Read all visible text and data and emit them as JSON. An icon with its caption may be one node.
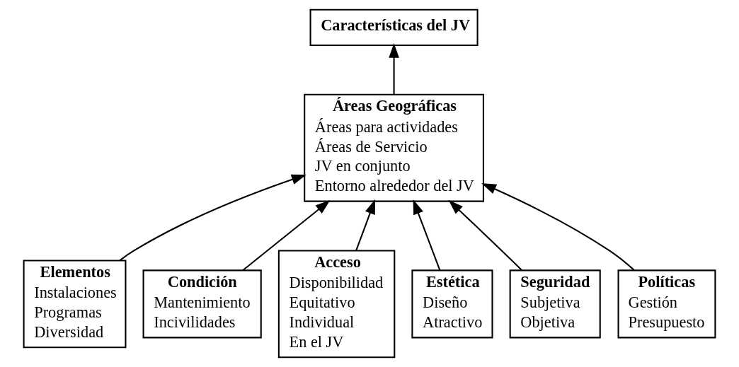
{
  "diagram": {
    "nodes": [
      {
        "text": [
          "Características del JV"
        ]
      },
      {
        "text": [
          "Áreas Geográficas",
          "Áreas para actividades",
          "Áreas de Servicio",
          "JV en conjunto",
          "Entorno alrededor del JV"
        ]
      },
      {
        "text": [
          "Elementos",
          "Instalaciones",
          "Programas",
          "Diversidad"
        ]
      },
      {
        "text": [
          "Condición",
          "Mantenimiento",
          "Incivilidades"
        ]
      },
      {
        "text": [
          "Acceso",
          "Disponibilidad",
          "Equitativo",
          "Individual",
          "En el JV"
        ]
      },
      {
        "text": [
          "Estética",
          "Diseño",
          "Atractivo"
        ]
      },
      {
        "text": [
          "Seguridad",
          "Subjetiva",
          "Objetiva"
        ]
      },
      {
        "text": [
          "Políticas",
          "Gestión",
          "Presupuesto"
        ]
      }
    ],
    "edges": [
      {
        "from": 1,
        "to": 0,
        "arrow": "to"
      },
      {
        "from": 2,
        "to": 1,
        "arrow": "to"
      },
      {
        "from": 3,
        "to": 1,
        "arrow": "to"
      },
      {
        "from": 4,
        "to": 1,
        "arrow": "to"
      },
      {
        "from": 5,
        "to": 1,
        "arrow": "to"
      },
      {
        "from": 6,
        "to": 1,
        "arrow": "to"
      },
      {
        "from": 7,
        "to": 1,
        "arrow": "to"
      }
    ]
  }
}
